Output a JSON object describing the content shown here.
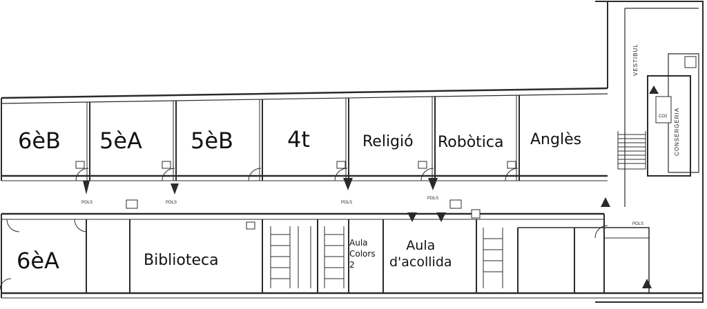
{
  "floor_plan": {
    "rooms_top": [
      {
        "name": "6èB"
      },
      {
        "name": "5èA"
      },
      {
        "name": "5èB"
      },
      {
        "name": "4t"
      },
      {
        "name": "Religió"
      },
      {
        "name": "Robòtica"
      },
      {
        "name": "Anglès"
      }
    ],
    "rooms_bottom": [
      {
        "name": "6èA"
      },
      {
        "name": "Biblioteca"
      },
      {
        "name": "Aula\nColors\n2"
      },
      {
        "name": "Aula\nd'acollida"
      }
    ],
    "side_labels": {
      "vestibul": "VESTIBUL",
      "consergeria": "CONSERGERIA"
    },
    "plan_marks": {
      "pols": "POLS",
      "co2": "CO2"
    }
  },
  "colors": {
    "line": "#2a2a2a",
    "wall": "#3a3a3a",
    "paper": "#ffffff"
  }
}
